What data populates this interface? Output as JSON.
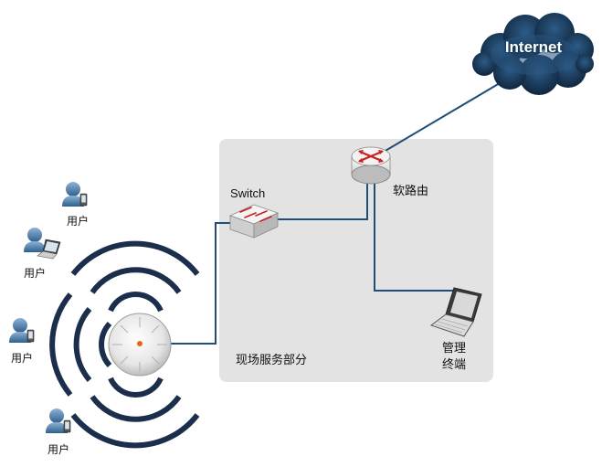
{
  "internet": {
    "label": "Internet"
  },
  "switch": {
    "label": "Switch"
  },
  "router": {
    "label": "软路由"
  },
  "zone": {
    "label": "现场服务部分"
  },
  "terminal": {
    "label_line1": "管理",
    "label_line2": "终端"
  },
  "users": [
    {
      "label": "用户",
      "device": "phone"
    },
    {
      "label": "用户",
      "device": "laptop"
    },
    {
      "label": "用户",
      "device": "phone"
    },
    {
      "label": "用户",
      "device": "phone"
    }
  ],
  "colors": {
    "link": "#1f4e79",
    "zone_fill": "#e3e3e3",
    "wave": "#1b2e4c",
    "cloud": "#16324f",
    "router_arrows": "#cc1f1f",
    "ap_dot": "#e8631a"
  },
  "icons": [
    "cloud-icon",
    "router-icon",
    "switch-icon",
    "laptop-icon",
    "user-icon",
    "access-point-icon",
    "wireless-waves-icon"
  ]
}
